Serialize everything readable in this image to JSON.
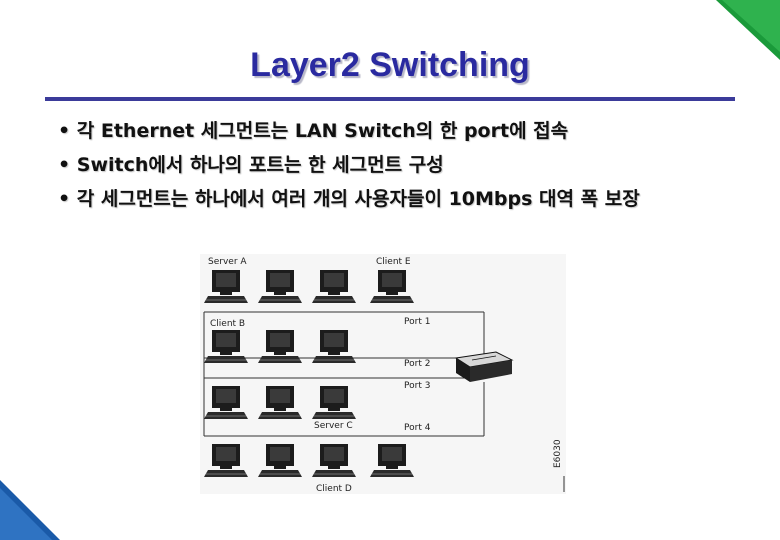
{
  "title": "Layer2 Switching",
  "bullets": [
    "• 각 Ethernet 세그먼트는 LAN Switch의 한 port에 접속",
    "• Switch에서 하나의 포트는 한 세그먼트 구성",
    "• 각 세그먼트는 하나에서 여러 개의 사용자들이 10Mbps 대역 폭 보장"
  ],
  "figure": {
    "server_a": "Server A",
    "client_e": "Client E",
    "client_b": "Client B",
    "port1": "Port 1",
    "port2": "Port 2",
    "port3": "Port 3",
    "port4": "Port 4",
    "server_c": "Server C",
    "client_d": "Client D",
    "figure_id": "E6030"
  },
  "colors": {
    "title": "#2a2aa0",
    "rule": "#3b3b9a",
    "accent_green": "#1a9a3a",
    "accent_blue": "#1a5aa8"
  }
}
